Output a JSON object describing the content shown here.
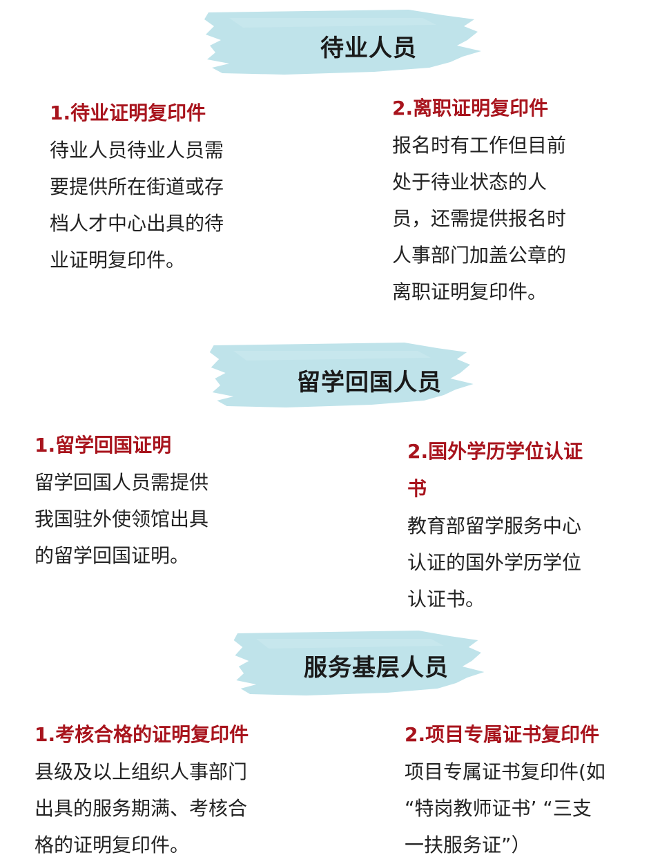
{
  "colors": {
    "banner_bg": "#bfe3ea",
    "title_red": "#a8141d",
    "body_text": "#222222",
    "heading_text": "#1a1a1a"
  },
  "sections": [
    {
      "heading": "待业人员",
      "items": [
        {
          "title": "1.待业证明复印件",
          "body_lines": [
            "待业人员待业人员需",
            "要提供所在街道或存",
            "档人才中心出具的待",
            "业证明复印件。"
          ]
        },
        {
          "title": "2.离职证明复印件",
          "body_lines": [
            "报名时有工作但目前",
            "处于待业状态的人",
            "员，还需提供报名时",
            "人事部门加盖公章的",
            "离职证明复印件。"
          ]
        }
      ]
    },
    {
      "heading": "留学回国人员",
      "items": [
        {
          "title": "1.留学回国证明",
          "body_lines": [
            "留学回国人员需提供",
            "我国驻外使领馆出具",
            "的留学回国证明。"
          ]
        },
        {
          "title_lines": [
            "2.国外学历学位认证",
            "书"
          ],
          "body_lines": [
            "教育部留学服务中心",
            "认证的国外学历学位",
            "认证书。"
          ]
        }
      ]
    },
    {
      "heading": "服务基层人员",
      "items": [
        {
          "title": "1.考核合格的证明复印件",
          "body_lines": [
            "县级及以上组织人事部门",
            "出具的服务期满、考核合",
            "格的证明复印件。"
          ]
        },
        {
          "title": "2.项目专属证书复印件",
          "body_lines": [
            "项目专属证书复印件(如",
            "“特岗教师证书’  “三支",
            "一扶服务证”）"
          ]
        }
      ]
    }
  ]
}
